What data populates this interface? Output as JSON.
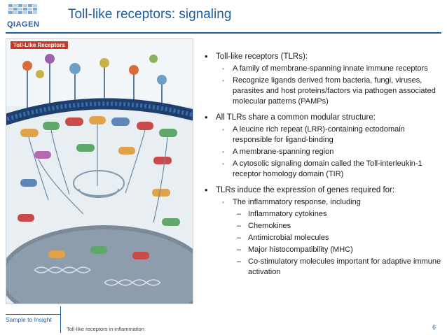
{
  "header": {
    "logo_text": "QIAGEN",
    "title": "Toll-like receptors: signaling"
  },
  "figure": {
    "title": "Toll-Like Receptors",
    "membrane_color": "#1e3f6d",
    "nucleus_color": "#7a8a98"
  },
  "bullets": [
    {
      "text": "Toll-like receptors (TLRs):",
      "sub": [
        {
          "text": "A family of membrane-spanning innate immune receptors"
        },
        {
          "text": "Recognize ligands derived from bacteria, fungi, viruses, parasites and host proteins/factors via pathogen associated molecular patterns (PAMPs)"
        }
      ]
    },
    {
      "text": "All TLRs share a common modular structure:",
      "sub": [
        {
          "text": "A leucine rich repeat (LRR)-containing ectodomain responsible for ligand-binding"
        },
        {
          "text": "A membrane-spanning region"
        },
        {
          "text": "A cytosolic signaling domain called the Toll-interleukin-1 receptor homology domain (TIR)"
        }
      ]
    },
    {
      "text": "TLRs induce the expression of genes required for:",
      "sub": [
        {
          "text": "The inflammatory response, including",
          "sub": [
            "Inflammatory cytokines",
            "Chemokines",
            "Antimicrobial molecules",
            "Major histocompatibility (MHC)",
            "Co-stimulatory molecules important for adaptive immune activation"
          ]
        }
      ]
    }
  ],
  "footer": {
    "tagline": "Sample to Insight",
    "title": "Toll-like receptors in inflammation",
    "page": "6"
  },
  "colors": {
    "brand": "#1f5c9e",
    "text": "#1a1a1a"
  }
}
